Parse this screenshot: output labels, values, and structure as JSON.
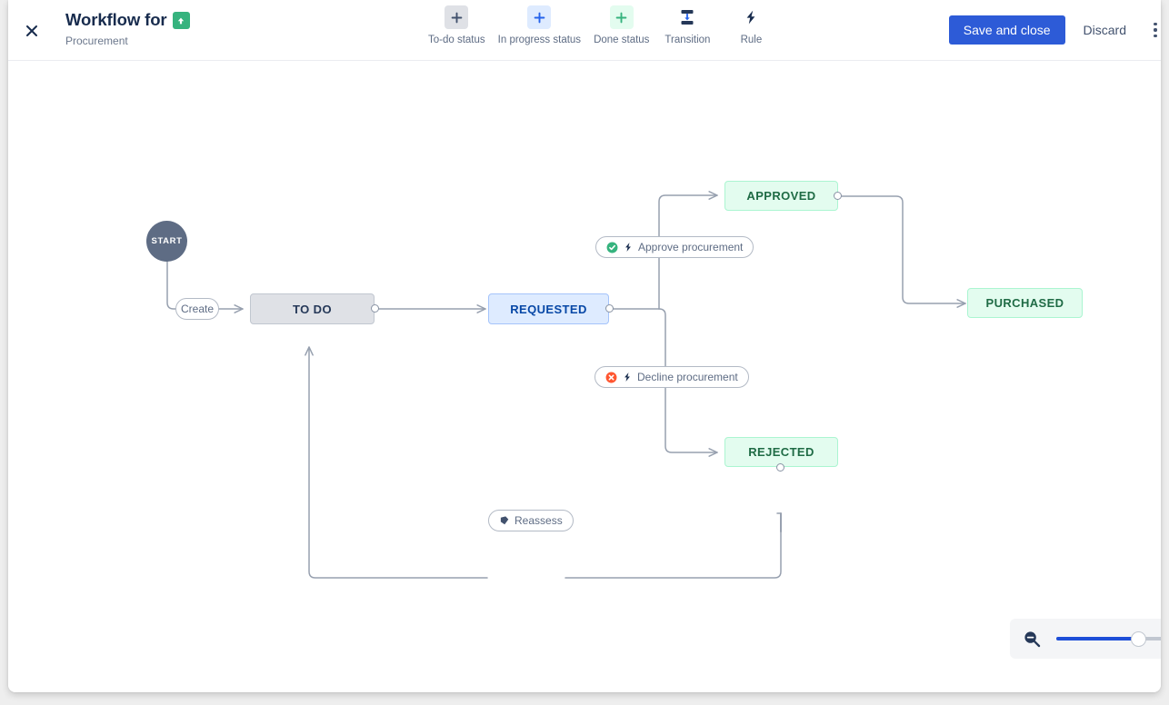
{
  "header": {
    "close_icon": "close-icon",
    "title": "Workflow for",
    "title_badge_icon": "arrow-up-badge-icon",
    "subtitle": "Procurement",
    "toolbar": [
      {
        "icon": "plus-icon",
        "label": "To-do status",
        "style": "todo"
      },
      {
        "icon": "plus-icon",
        "label": "In progress status",
        "style": "prog"
      },
      {
        "icon": "plus-icon",
        "label": "Done status",
        "style": "done"
      },
      {
        "icon": "transition-icon",
        "label": "Transition",
        "style": "plain"
      },
      {
        "icon": "rule-lightning-icon",
        "label": "Rule",
        "style": "plain"
      }
    ],
    "save_label": "Save and close",
    "discard_label": "Discard",
    "more_label": "More actions"
  },
  "canvas": {
    "start_node": {
      "label": "START"
    },
    "nodes": [
      {
        "id": "todo",
        "label": "TO DO",
        "category": "todo"
      },
      {
        "id": "requested",
        "label": "REQUESTED",
        "category": "prog"
      },
      {
        "id": "approved",
        "label": "APPROVED",
        "category": "done"
      },
      {
        "id": "rejected",
        "label": "REJECTED",
        "category": "done"
      },
      {
        "id": "purchased",
        "label": "PURCHASED",
        "category": "done"
      }
    ],
    "transitions": [
      {
        "id": "create",
        "label": "Create",
        "icons": []
      },
      {
        "id": "approve",
        "label": "Approve procurement",
        "icons": [
          "check-circle-icon",
          "rule-lightning-icon"
        ]
      },
      {
        "id": "decline",
        "label": "Decline procurement",
        "icons": [
          "cross-circle-icon",
          "rule-lightning-icon"
        ]
      },
      {
        "id": "reassess",
        "label": "Reassess",
        "icons": [
          "condition-icon"
        ]
      }
    ]
  },
  "zoom": {
    "zoom_out_icon": "zoom-out-icon",
    "value": 60
  },
  "colors": {
    "primary_button": "#2d5bd7",
    "todo_status": "#dfe1e6",
    "inprogress_status": "#deebff",
    "done_status": "#e3fcef",
    "start_node": "#5e6c84",
    "edge": "#97a0af",
    "slider_fill": "#1d4ed8",
    "success": "#36b37e",
    "danger": "#ff5630"
  }
}
